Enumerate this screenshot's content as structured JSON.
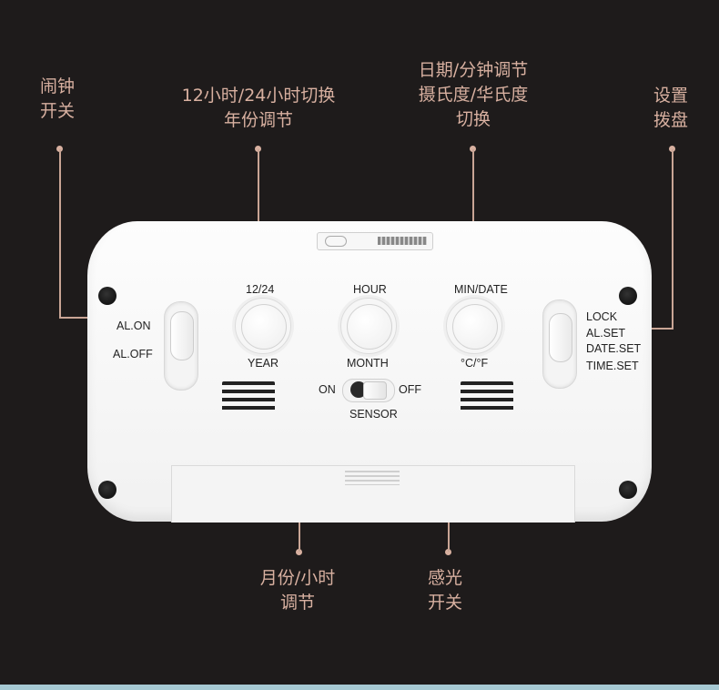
{
  "callouts": {
    "alarm_switch": "闹钟\n开关",
    "hour_mode": "12小时/24小时切换\n年份调节",
    "min_date": "日期/分钟调节\n摄氏度/华氏度\n切换",
    "set_dial": "设置\n拨盘",
    "month_hour": "月份/小时\n调节",
    "light_sensor": "感光\n开关"
  },
  "device": {
    "left_switch": {
      "on_label": "AL.ON",
      "off_label": "AL.OFF"
    },
    "buttons": [
      {
        "top_label": "12/24",
        "bottom_label": "YEAR"
      },
      {
        "top_label": "HOUR",
        "bottom_label": "MONTH"
      },
      {
        "top_label": "MIN/DATE",
        "bottom_label": "°C/°F"
      }
    ],
    "sensor": {
      "on_label": "ON",
      "off_label": "OFF",
      "name_label": "SENSOR"
    },
    "right_switch": {
      "positions": [
        "LOCK",
        "AL.SET",
        "DATE.SET",
        "TIME.SET"
      ]
    }
  },
  "colors": {
    "background": "#1e1b1b",
    "callout_text": "#d8b0a0",
    "device_body": "#f6f6f6",
    "accent_strip": "#a6c9d3"
  }
}
